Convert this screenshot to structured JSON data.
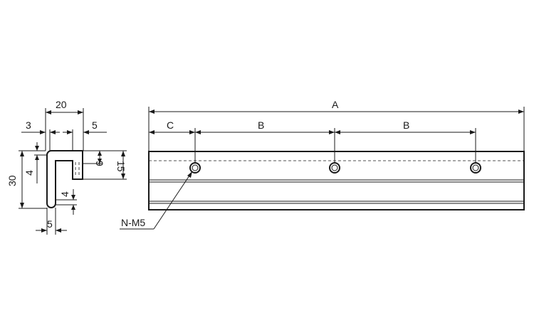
{
  "profile": {
    "width_20": "20",
    "wall_3": "3",
    "lip_5": "5",
    "height_30": "30",
    "inner_4_top": "4",
    "inner_4_bottom": "4",
    "slot_9": "9",
    "slot_15": "15",
    "base_5": "5"
  },
  "rail": {
    "length_label": "A",
    "pitch_label_1": "B",
    "pitch_label_2": "B",
    "offset_label": "C",
    "hole_label": "N-M5"
  }
}
